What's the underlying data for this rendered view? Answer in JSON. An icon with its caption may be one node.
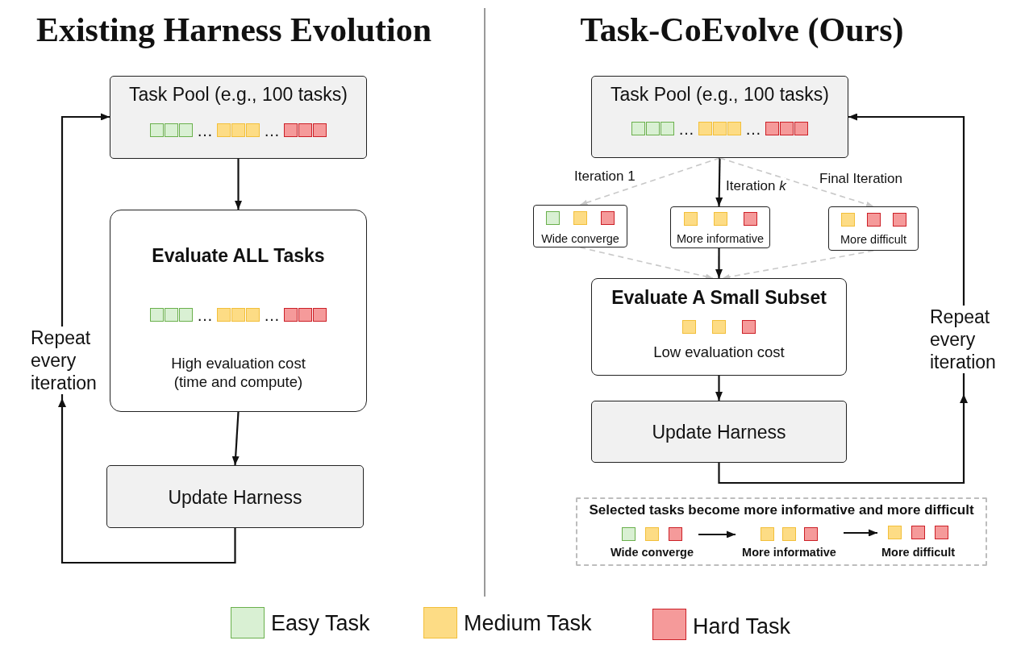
{
  "diagram": {
    "nodes": [
      {
        "text": [
          "Task Pool (e.g., 100 tasks)",
          "…",
          "…"
        ]
      },
      {
        "text": [
          "Evaluate ALL Tasks",
          "…",
          "…",
          "High evaluation cost (time and compute)"
        ]
      },
      {
        "text": [
          "Update Harness"
        ]
      },
      {
        "text": [
          "Task Pool (e.g., 100 tasks)",
          "…",
          "…"
        ]
      },
      {
        "text": [
          "Wide converge"
        ]
      },
      {
        "text": [
          "More informative"
        ]
      },
      {
        "text": [
          "More difficult"
        ]
      },
      {
        "text": [
          "Evaluate A Small Subset",
          "Low evaluation cost"
        ]
      },
      {
        "text": [
          "Update Harness"
        ]
      },
      {
        "text": [
          "Selected tasks become more informative and more difficult"
        ]
      },
      {
        "text": [
          "Wide converge"
        ],
        "in": 9
      },
      {
        "text": [
          "More informative"
        ],
        "in": 9
      },
      {
        "text": [
          "More difficult"
        ],
        "in": 9
      }
    ],
    "edges": [
      {
        "from": 0,
        "to": 1,
        "arrow": "to"
      },
      {
        "from": 1,
        "to": 2,
        "arrow": "to"
      },
      {
        "from": 2,
        "to": 0,
        "arrow": "to",
        "label": "Repeat every iteration"
      },
      {
        "from": 3,
        "to": 4,
        "arrow": "to",
        "label": "Iteration 1",
        "style": "dashed",
        "color": "#c8c8c8"
      },
      {
        "from": 3,
        "to": 5,
        "arrow": "to",
        "label": "Iteration *k*"
      },
      {
        "from": 3,
        "to": 6,
        "arrow": "to",
        "label": "Final Iteration",
        "style": "dashed",
        "color": "#c8c8c8"
      },
      {
        "from": 4,
        "to": 7,
        "arrow": "to",
        "style": "dashed",
        "color": "#c8c8c8"
      },
      {
        "from": 5,
        "to": 7,
        "arrow": "to"
      },
      {
        "from": 6,
        "to": 7,
        "arrow": "to",
        "style": "dashed",
        "color": "#c8c8c8"
      },
      {
        "from": 7,
        "to": 8,
        "arrow": "to"
      },
      {
        "from": 8,
        "to": 3,
        "arrow": "to",
        "label": "Repeat every iteration"
      },
      {
        "from": 10,
        "to": 11,
        "arrow": "to"
      },
      {
        "from": 11,
        "to": 12,
        "arrow": "to"
      }
    ],
    "labels": [
      "Existing Harness Evolution",
      "Task-CoEvolve (Ours)"
    ],
    "legend": [
      {
        "text": "Easy Task",
        "color": "#d9f0d3"
      },
      {
        "text": "Medium Task",
        "color": "#fddc85"
      },
      {
        "text": "Hard Task",
        "color": "#f59a9a"
      }
    ]
  }
}
